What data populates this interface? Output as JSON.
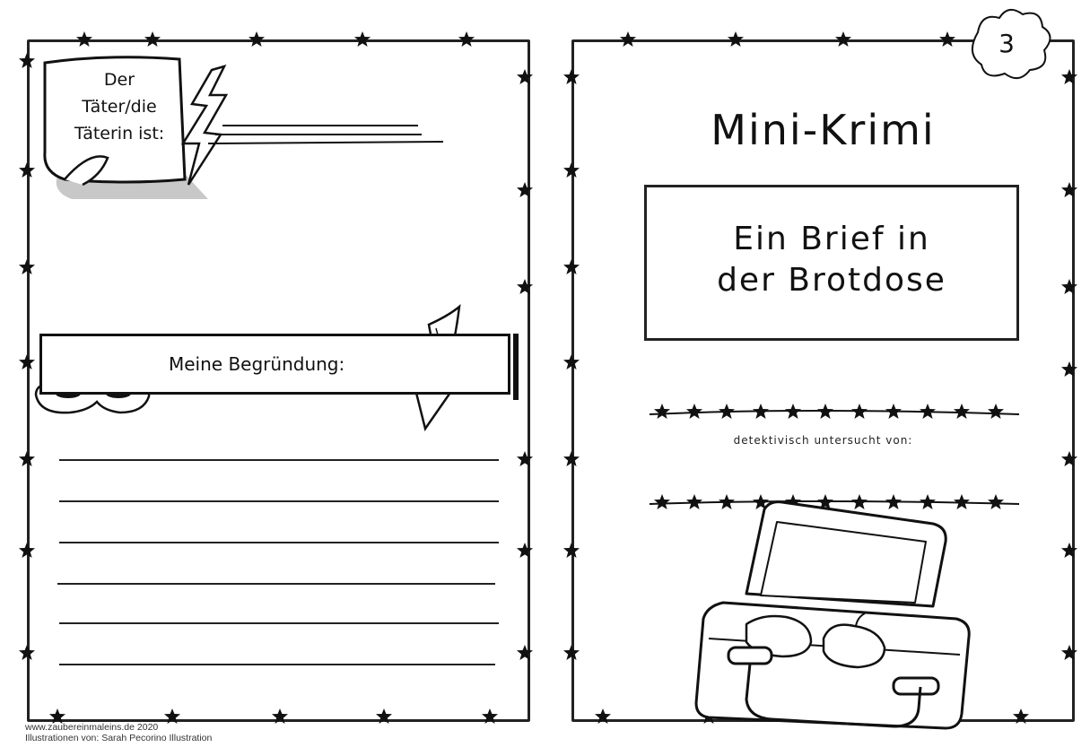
{
  "left_page": {
    "note_lines": [
      "Der",
      "Täter/die",
      "Täterin ist:"
    ],
    "reason_label": "Meine Begründung:",
    "writing_lines": 6
  },
  "right_page": {
    "page_number": "3",
    "title": "Mini-Krimi",
    "subtitle_lines": [
      "Ein Brief in",
      "der Brotdose"
    ],
    "investigated_by_label": "detektivisch untersucht von:"
  },
  "footer": {
    "website": "www.zaubereinmaleins.de 2020",
    "credits": "Illustrationen von: Sarah Pecorino Illustration"
  }
}
